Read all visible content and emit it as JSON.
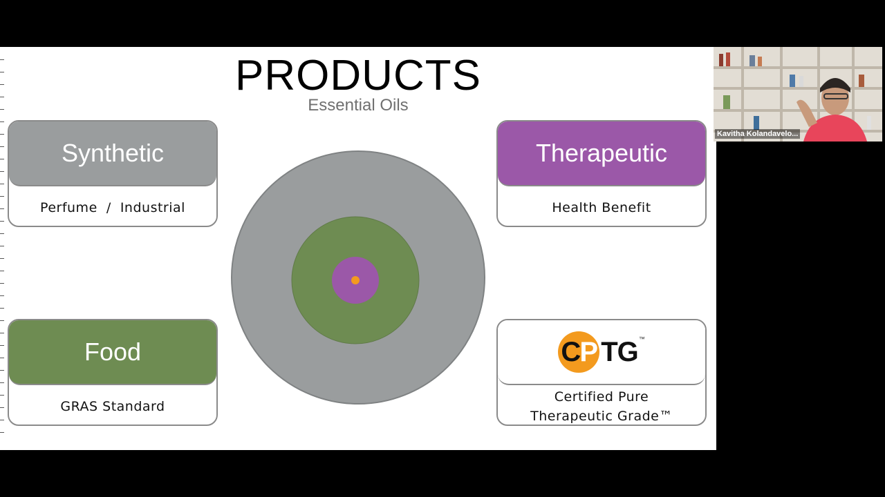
{
  "slide": {
    "title": "PRODUCTS",
    "subtitle": "Essential Oils"
  },
  "cards": {
    "synthetic": {
      "heading": "Synthetic",
      "body": "Perfume  /  Industrial",
      "color": "#9a9d9e"
    },
    "food": {
      "heading": "Food",
      "body": "GRAS Standard",
      "color": "#6e8c52"
    },
    "therapeutic": {
      "heading": "Therapeutic",
      "body": "Health Benefit",
      "color": "#9b58a8"
    },
    "cptg": {
      "logo_c": "C",
      "logo_p": "P",
      "logo_tg": "TG",
      "logo_tm": "™",
      "body_line1": "Certified Pure",
      "body_line2": "Therapeutic Grade™"
    }
  },
  "rings": {
    "outer_color": "#9a9d9e",
    "second_color": "#6e8c52",
    "third_color": "#9b58a8",
    "center_color": "#f39a1e"
  },
  "video": {
    "participant_name": "Kavitha Kolandavelo..."
  }
}
